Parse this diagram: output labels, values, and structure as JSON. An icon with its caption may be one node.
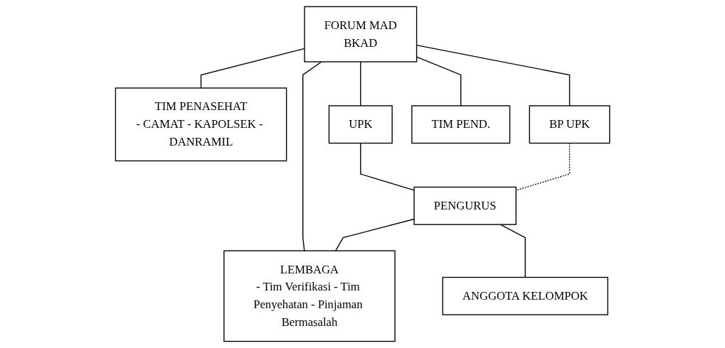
{
  "diagram": {
    "nodes": [
      {
        "text": [
          "FORUM MAD",
          "BKAD"
        ]
      },
      {
        "text": [
          "TIM PENASEHAT",
          "- CAMAT - KAPOLSEK - DANRAMIL"
        ]
      },
      {
        "text": [
          "BP UPK"
        ]
      },
      {
        "text": [
          "UPK"
        ]
      },
      {
        "text": [
          "TIM PEND."
        ]
      },
      {
        "text": [
          "LEMBAGA",
          "- Tim Verifikasi - Tim Penyehatan - Pinjaman Bermasalah"
        ]
      },
      {
        "text": [
          "PENGURUS"
        ]
      },
      {
        "text": [
          "ANGGOTA KELOMPOK"
        ]
      }
    ],
    "edges": [
      {
        "from": 0,
        "to": 1,
        "arrow": "none"
      },
      {
        "from": 0,
        "to": 2,
        "arrow": "none"
      },
      {
        "from": 0,
        "to": 3,
        "arrow": "none"
      },
      {
        "from": 0,
        "to": 4,
        "arrow": "none"
      },
      {
        "from": 0,
        "to": 5,
        "arrow": "none"
      },
      {
        "from": 3,
        "to": 6,
        "arrow": "none"
      },
      {
        "from": 2,
        "to": 6,
        "arrow": "none",
        "style": "dashed"
      },
      {
        "from": 6,
        "to": 5,
        "arrow": "none"
      },
      {
        "from": 6,
        "to": 7,
        "arrow": "none"
      }
    ]
  }
}
